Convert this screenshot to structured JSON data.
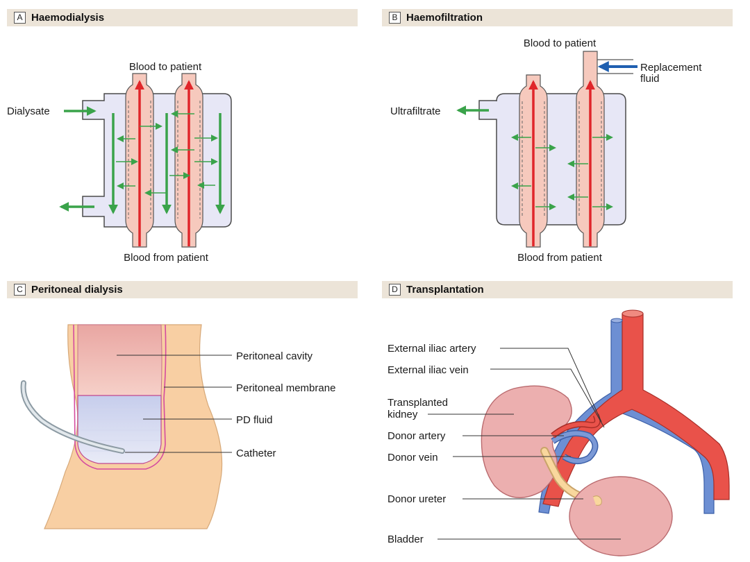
{
  "panels": {
    "a": {
      "letter": "A",
      "title": "Haemodialysis",
      "labels": {
        "blood_to_patient": "Blood to patient",
        "blood_from_patient": "Blood from patient",
        "dialysate": "Dialysate"
      }
    },
    "b": {
      "letter": "B",
      "title": "Haemofiltration",
      "labels": {
        "blood_to_patient": "Blood to patient",
        "blood_from_patient": "Blood from patient",
        "replacement_line1": "Replacement",
        "replacement_line2": "fluid",
        "ultrafiltrate": "Ultrafiltrate"
      }
    },
    "c": {
      "letter": "C",
      "title": "Peritoneal dialysis",
      "labels": {
        "peritoneal_cavity": "Peritoneal cavity",
        "peritoneal_membrane": "Peritoneal membrane",
        "pd_fluid": "PD fluid",
        "catheter": "Catheter"
      }
    },
    "d": {
      "letter": "D",
      "title": "Transplantation",
      "labels": {
        "external_iliac_artery": "External iliac artery",
        "external_iliac_vein": "External iliac vein",
        "transplanted_line1": "Transplanted",
        "transplanted_line2": "kidney",
        "donor_artery": "Donor artery",
        "donor_vein": "Donor vein",
        "donor_ureter": "Donor ureter",
        "bladder": "Bladder"
      }
    }
  },
  "colors": {
    "header_bg": "#ece4d8",
    "blood_red": "#e0262a",
    "dialysate_green": "#3aa34a",
    "replacement_blue": "#1f5fb0",
    "vessel_pink": "#f6c9bd",
    "chamber_lavender": "#e7e7f6"
  }
}
